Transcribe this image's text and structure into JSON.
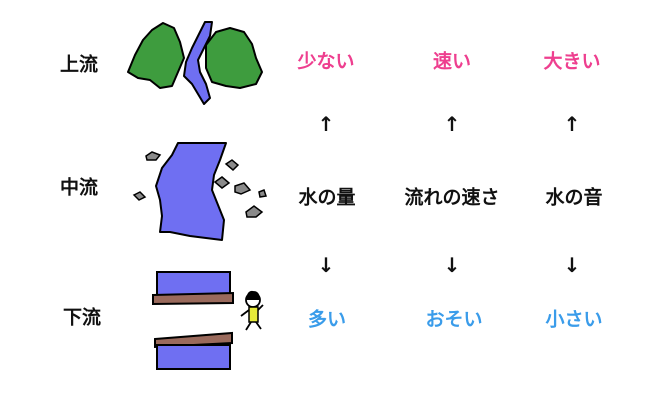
{
  "stages": {
    "upstream": "上流",
    "midstream": "中流",
    "downstream": "下流"
  },
  "columns": [
    {
      "top": "少ない",
      "middle": "水の量",
      "bottom": "多い",
      "up_arrow": "↑",
      "down_arrow": "↓"
    },
    {
      "top": "速い",
      "middle": "流れの速さ",
      "bottom": "おそい",
      "up_arrow": "↑",
      "down_arrow": "↓"
    },
    {
      "top": "大きい",
      "middle": "水の音",
      "bottom": "小さい",
      "up_arrow": "↑",
      "down_arrow": "↓"
    }
  ],
  "colors": {
    "top_text": "#ee3f8f",
    "middle_text": "#111111",
    "bottom_text": "#3a9cea",
    "water": "#6f6ff2",
    "mountain": "#3e9c3e",
    "bank": "#9a6a5c",
    "rock": "#8a8a8a"
  },
  "icons": [
    "mountain-stream-illustration",
    "rocky-river-illustration",
    "wide-river-illustration",
    "person-icon"
  ]
}
